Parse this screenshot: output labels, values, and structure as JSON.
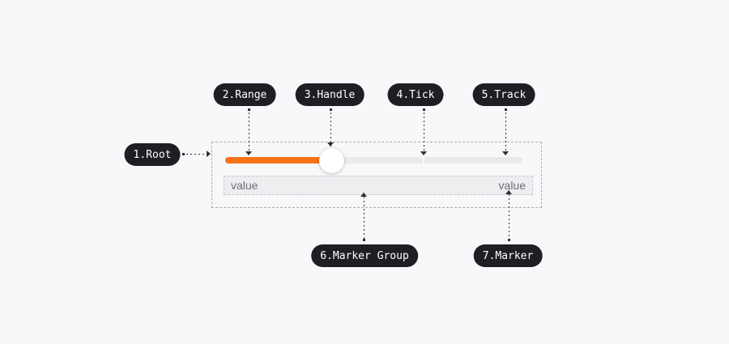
{
  "anatomy": {
    "labels": {
      "root": "1.Root",
      "range": "2.Range",
      "handle": "3.Handle",
      "tick": "4.Tick",
      "track": "5.Track",
      "marker_group": "6.Marker Group",
      "marker": "7.Marker"
    },
    "slider": {
      "marker_left": "value",
      "marker_right": "value"
    },
    "colors": {
      "background": "#f7f8f9",
      "label_pill_bg": "#1e1f22",
      "label_pill_text": "#ffffff",
      "range_accent": "#f97316",
      "track": "#e9eaec",
      "handle": "#ffffff",
      "tick": "#fafbfc",
      "marker_group_bg": "#eceef0",
      "marker_text": "#6d6f75",
      "connector": "#2e2f32",
      "root_outline": "#a9acb0",
      "marker_outline": "#c5c8cc"
    }
  }
}
